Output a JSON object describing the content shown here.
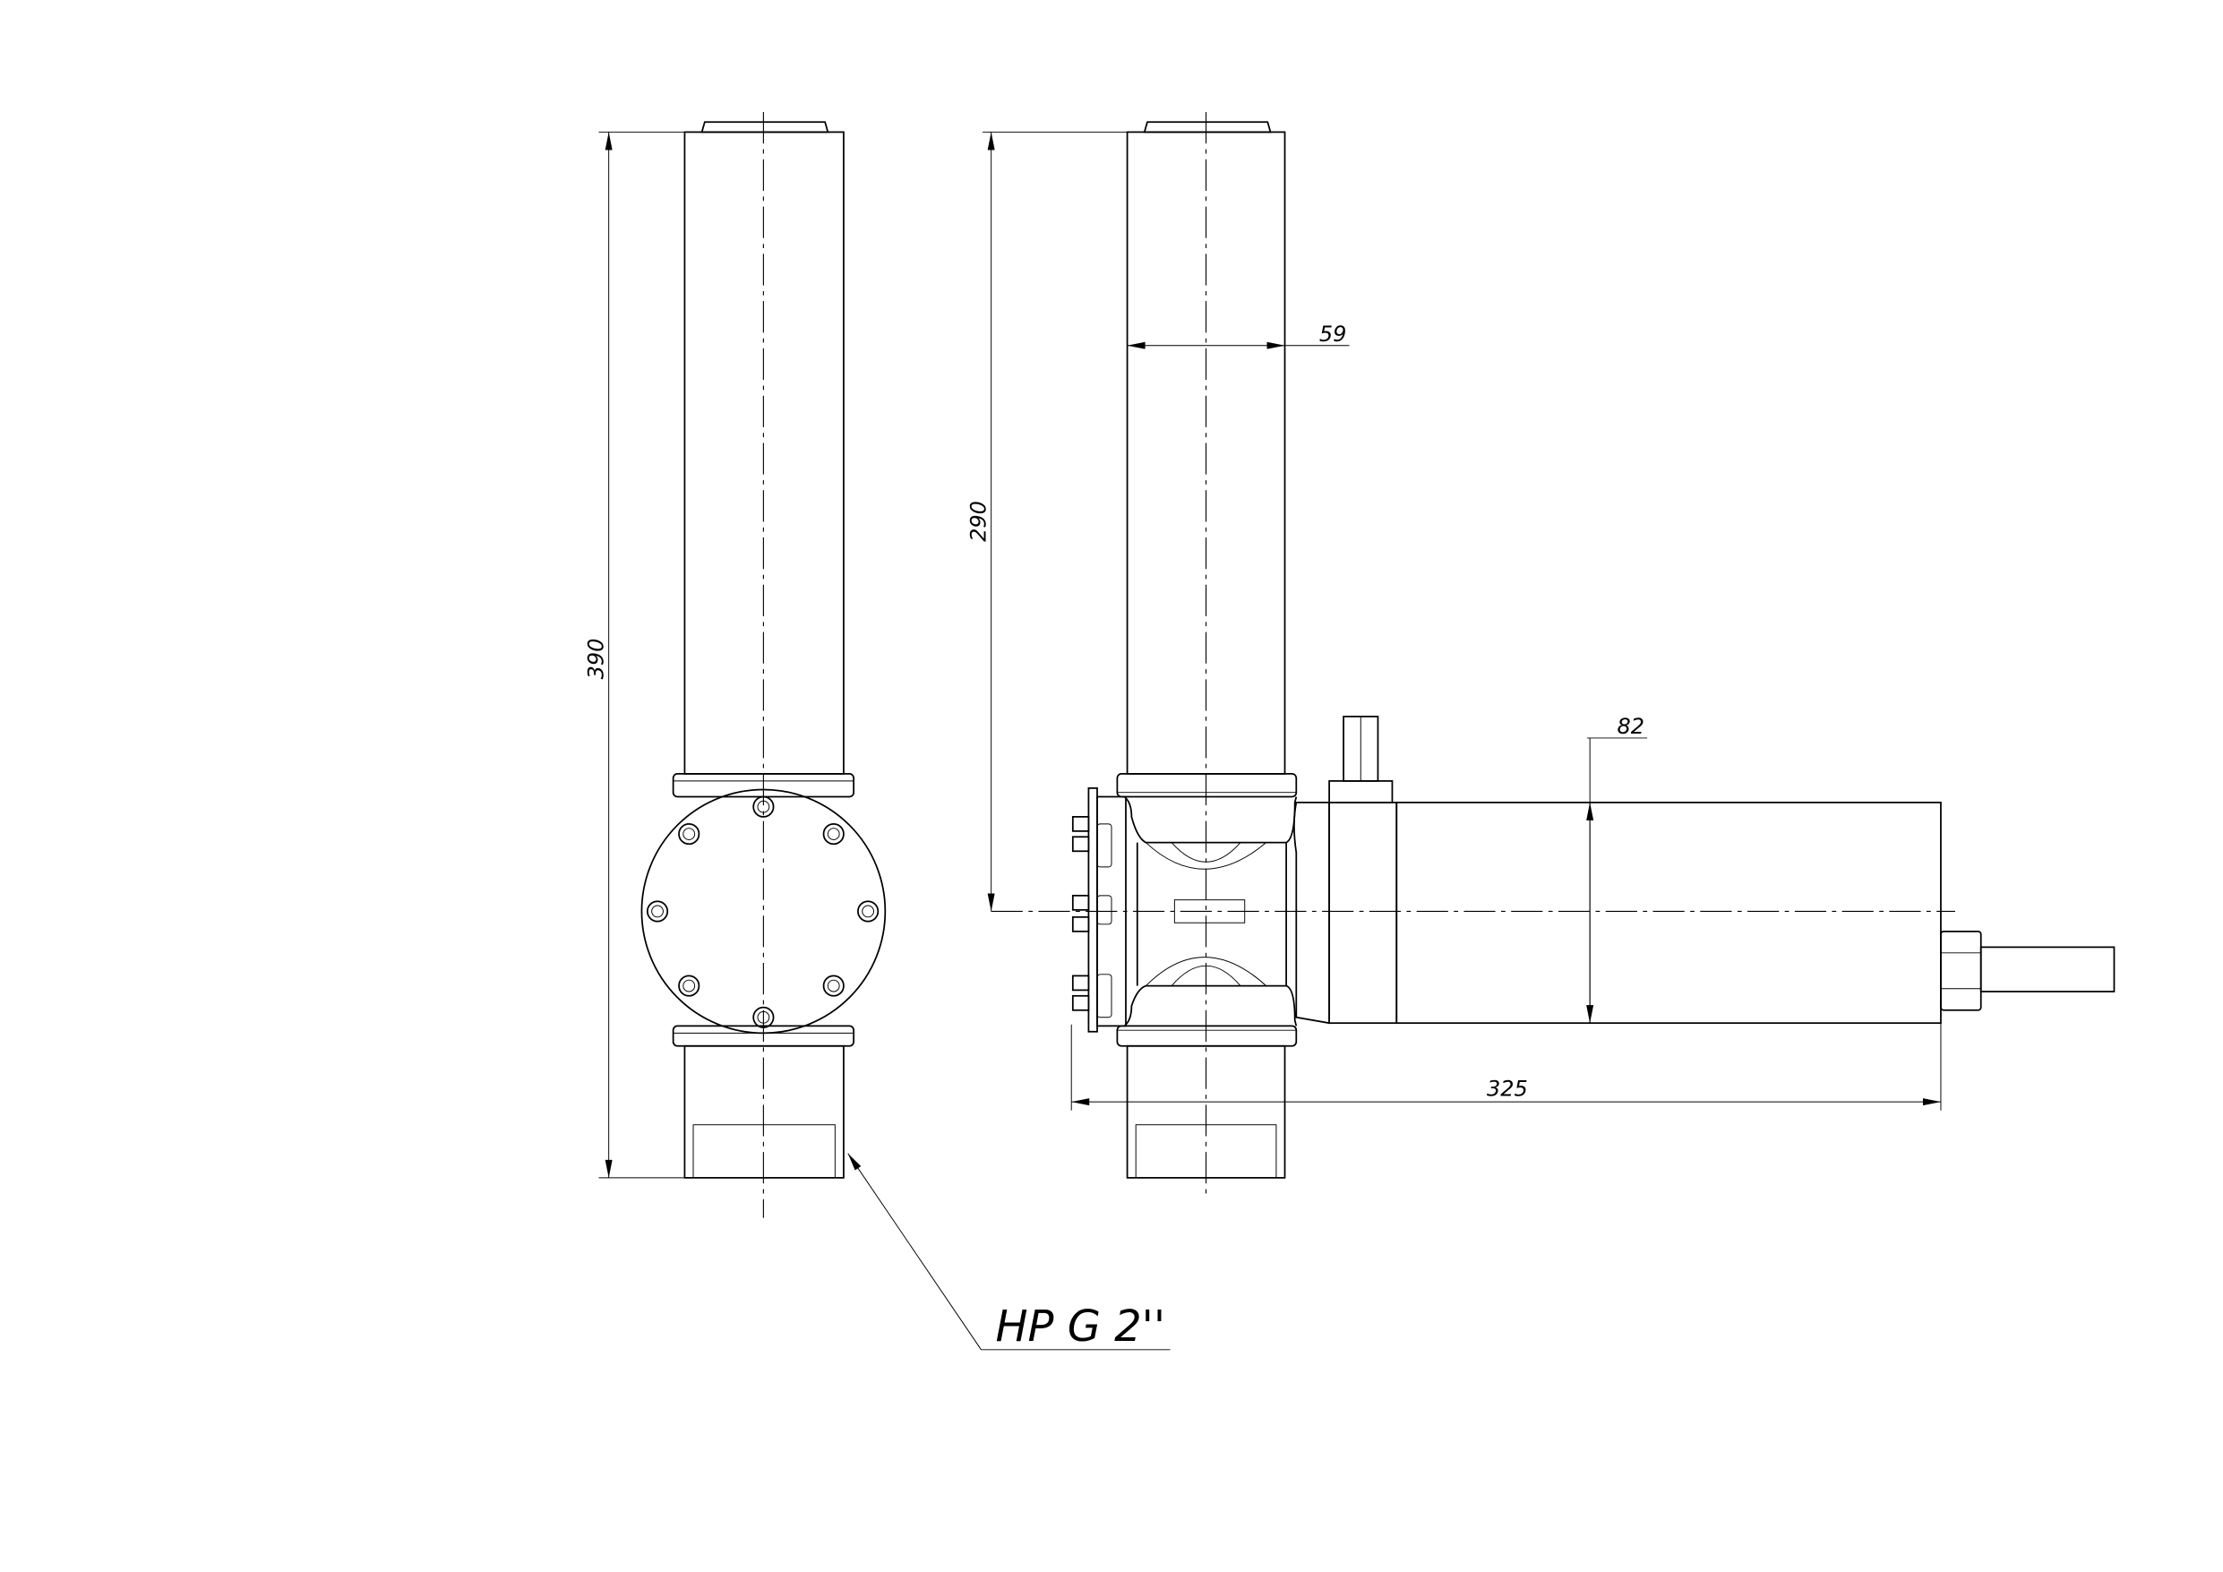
{
  "drawing": {
    "dimensions": {
      "overall_height": "390",
      "axis_height": "290",
      "tube_diameter": "59",
      "motor_diameter": "82",
      "overall_length": "325"
    },
    "thread_callout": "HP G 2''"
  }
}
